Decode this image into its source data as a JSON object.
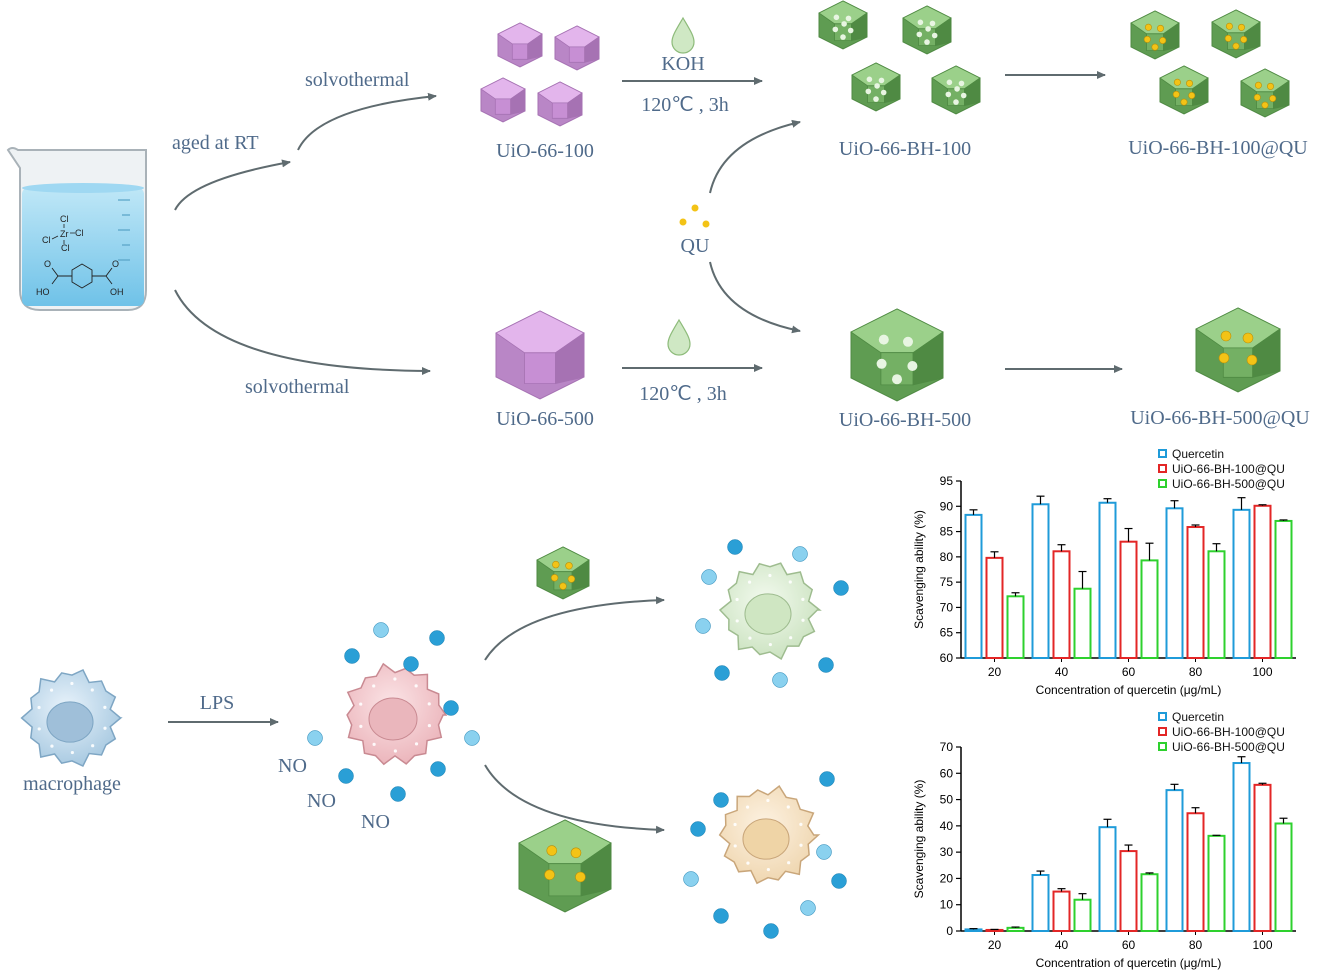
{
  "synthesis": {
    "aged_label": "aged at RT",
    "solvothermal_top": "solvothermal",
    "solvothermal_bottom": "solvothermal",
    "koh_label": "KOH",
    "cond_top": "120℃ , 3h",
    "cond_bottom": "120℃ , 3h",
    "qu_label": "QU",
    "products": {
      "uio100": "UiO-66-100",
      "uio500": "UiO-66-500",
      "bh100": "UiO-66-BH-100",
      "bh500": "UiO-66-BH-500",
      "bh100qu": "UiO-66-BH-100@QU",
      "bh500qu": "UiO-66-BH-500@QU"
    },
    "molecule": {
      "cl": "Cl",
      "zr": "Zr",
      "ho": "HO",
      "oh": "OH",
      "o": "O"
    }
  },
  "cells": {
    "macrophage_label": "macrophage",
    "lps_label": "LPS",
    "no_labels": [
      "NO",
      "NO",
      "NO"
    ]
  },
  "colors": {
    "purple": "#c98fd6",
    "green": "#6aa85c",
    "quercetin": "#1f9bd9",
    "bh100qu": "#e32626",
    "bh500qu": "#2ed12e",
    "no_dot": "#2a9fd6",
    "arrow": "#5f6b6f"
  },
  "chart_data": [
    {
      "type": "bar",
      "categories": [
        "20",
        "40",
        "60",
        "80",
        "100"
      ],
      "series": [
        {
          "name": "Quercetin",
          "values": [
            88.3,
            90.4,
            90.7,
            89.6,
            89.3
          ],
          "errors": [
            1.0,
            1.6,
            0.8,
            1.5,
            2.4
          ]
        },
        {
          "name": "UiO-66-BH-100@QU",
          "values": [
            79.8,
            81.1,
            83.0,
            85.9,
            90.1
          ],
          "errors": [
            1.2,
            1.3,
            2.6,
            0.4,
            0.2
          ]
        },
        {
          "name": "UiO-66-BH-500@QU",
          "values": [
            72.2,
            73.7,
            79.3,
            81.1,
            87.1
          ],
          "errors": [
            0.7,
            3.4,
            3.4,
            1.5,
            0.2
          ]
        }
      ],
      "xlabel": "Concentration of quercetin (μg/mL)",
      "ylabel": "Scavenging ability (%)",
      "ylim": [
        60,
        95
      ],
      "yticks": [
        "60",
        "65",
        "70",
        "75",
        "80",
        "85",
        "90",
        "95"
      ],
      "legend": "top-right"
    },
    {
      "type": "bar",
      "categories": [
        "20",
        "40",
        "60",
        "80",
        "100"
      ],
      "series": [
        {
          "name": "Quercetin",
          "values": [
            0.6,
            21.3,
            39.5,
            53.6,
            63.9
          ],
          "errors": [
            0.3,
            1.5,
            3.0,
            2.2,
            2.4
          ]
        },
        {
          "name": "UiO-66-BH-100@QU",
          "values": [
            0.4,
            15.0,
            30.4,
            44.8,
            55.6
          ],
          "errors": [
            0.2,
            1.1,
            2.3,
            2.1,
            0.6
          ]
        },
        {
          "name": "UiO-66-BH-500@QU",
          "values": [
            1.2,
            11.9,
            21.6,
            36.2,
            40.9
          ],
          "errors": [
            0.3,
            2.3,
            0.5,
            0.2,
            2.0
          ]
        }
      ],
      "xlabel": "Concentration of quercetin (μg/mL)",
      "ylabel": "Scavenging ability (%)",
      "ylim": [
        0,
        70
      ],
      "yticks": [
        "0",
        "10",
        "20",
        "30",
        "40",
        "50",
        "60",
        "70"
      ],
      "legend": "top-right"
    }
  ]
}
